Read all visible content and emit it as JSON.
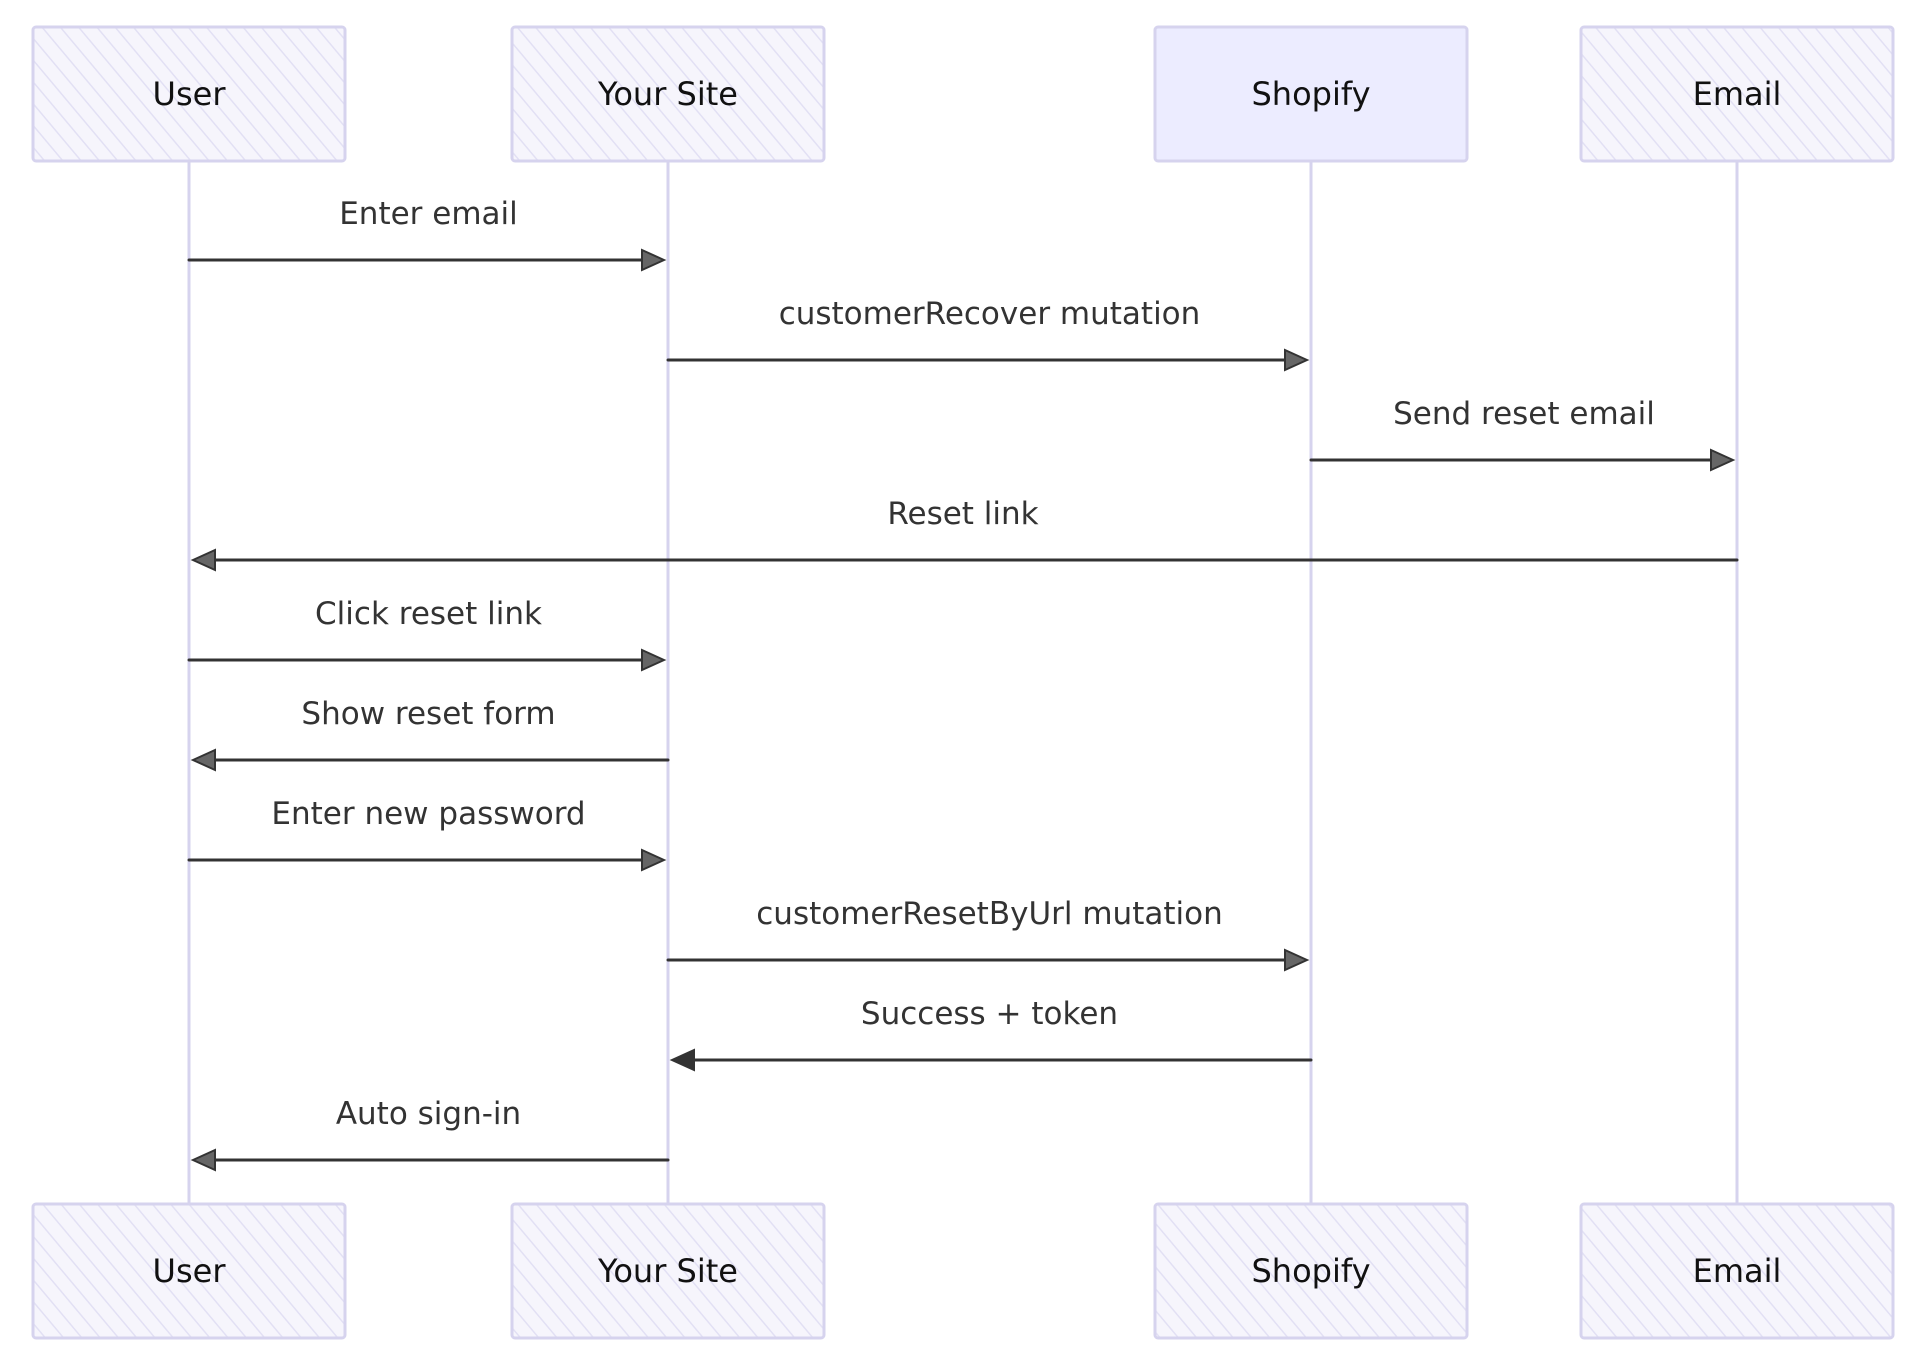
{
  "colors": {
    "lifeline": "#d6d3ee",
    "box_fill": "#ececff",
    "box_stroke": "#d6d3ee",
    "arrow": "#333333",
    "text": "#333333"
  },
  "participants": [
    {
      "id": "user",
      "label": "User"
    },
    {
      "id": "site",
      "label": "Your Site"
    },
    {
      "id": "shopify",
      "label": "Shopify"
    },
    {
      "id": "email",
      "label": "Email"
    }
  ],
  "messages": [
    {
      "from": "user",
      "to": "site",
      "label": "Enter email",
      "head": "open"
    },
    {
      "from": "site",
      "to": "shopify",
      "label": "customerRecover mutation",
      "head": "open"
    },
    {
      "from": "shopify",
      "to": "email",
      "label": "Send reset email",
      "head": "open"
    },
    {
      "from": "email",
      "to": "user",
      "label": "Reset link",
      "head": "open"
    },
    {
      "from": "user",
      "to": "site",
      "label": "Click reset link",
      "head": "open"
    },
    {
      "from": "site",
      "to": "user",
      "label": "Show reset form",
      "head": "open"
    },
    {
      "from": "user",
      "to": "site",
      "label": "Enter new password",
      "head": "open"
    },
    {
      "from": "site",
      "to": "shopify",
      "label": "customerResetByUrl mutation",
      "head": "open"
    },
    {
      "from": "shopify",
      "to": "site",
      "label": "Success + token",
      "head": "solid"
    },
    {
      "from": "site",
      "to": "user",
      "label": "Auto sign-in",
      "head": "open"
    }
  ]
}
